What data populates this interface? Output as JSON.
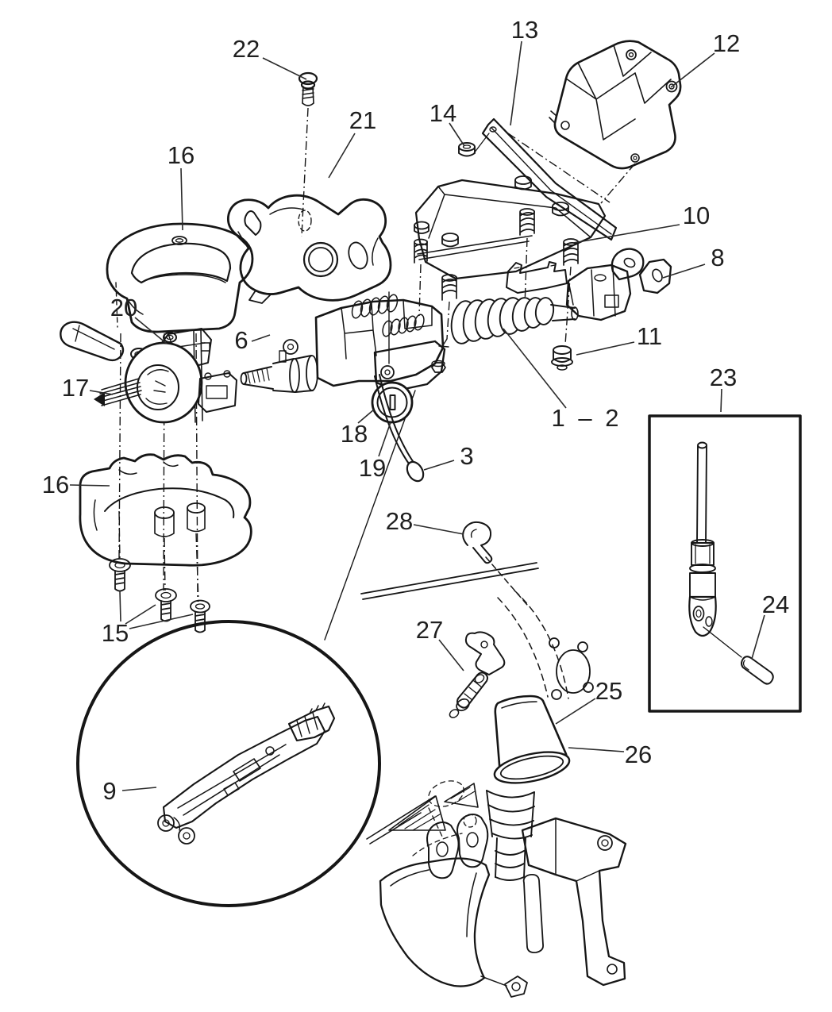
{
  "style": {
    "background": "#ffffff",
    "line_color": "#161616",
    "label_color": "#1f1f1f"
  },
  "callouts": {
    "1_2": {
      "label": "1 – 2"
    },
    "3": {
      "label": "3"
    },
    "6": {
      "label": "6"
    },
    "8": {
      "label": "8"
    },
    "9": {
      "label": "9"
    },
    "10": {
      "label": "10"
    },
    "11": {
      "label": "11"
    },
    "12": {
      "label": "12"
    },
    "13": {
      "label": "13"
    },
    "14": {
      "label": "14"
    },
    "15": {
      "label": "15"
    },
    "16": {
      "label": "16"
    },
    "17": {
      "label": "17"
    },
    "18": {
      "label": "18"
    },
    "19": {
      "label": "19"
    },
    "20": {
      "label": "20"
    },
    "21": {
      "label": "21"
    },
    "22": {
      "label": "22"
    },
    "23": {
      "label": "23"
    },
    "24": {
      "label": "24"
    },
    "25": {
      "label": "25"
    },
    "26": {
      "label": "26"
    },
    "27": {
      "label": "27"
    },
    "28": {
      "label": "28"
    }
  }
}
